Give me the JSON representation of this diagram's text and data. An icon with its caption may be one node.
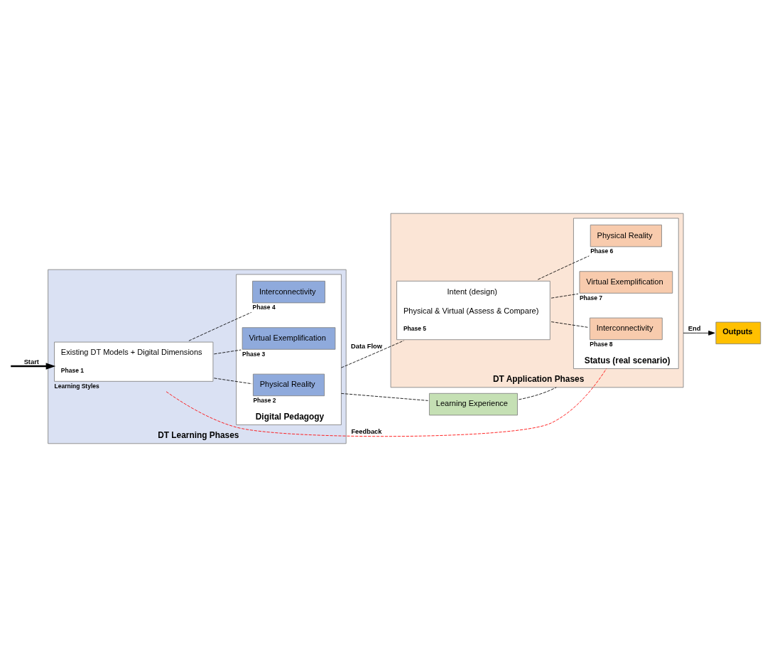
{
  "diagram": {
    "nodes": [
      {
        "text": [
          "DT Learning Phases"
        ]
      },
      {
        "text": [
          "Existing DT Models + Digital Dimensions",
          "Phase 1"
        ],
        "beside": [
          "Learning Styles"
        ],
        "in": 0
      },
      {
        "text": [
          "Digital Pedagogy"
        ],
        "in": 0
      },
      {
        "text": [
          "Physical Reality"
        ],
        "beside": [
          "Phase 2"
        ],
        "in": 2
      },
      {
        "text": [
          "Virtual Exemplification"
        ],
        "beside": [
          "Phase 3"
        ],
        "in": 2
      },
      {
        "text": [
          "Interconnectivity"
        ],
        "beside": [
          "Phase 4"
        ],
        "in": 2
      },
      {
        "text": [
          "Learning Experience"
        ]
      },
      {
        "text": [
          "DT Application Phases"
        ]
      },
      {
        "text": [
          "Status (real scenario)"
        ],
        "in": 7
      },
      {
        "text": [
          "Interconnectivity"
        ],
        "beside": [
          "Phase 8"
        ],
        "in": 8
      },
      {
        "text": [
          "Virtual Exemplification"
        ],
        "beside": [
          "Phase 7"
        ],
        "in": 8
      },
      {
        "text": [
          "Physical Reality"
        ],
        "beside": [
          "Phase 6"
        ],
        "in": 8
      },
      {
        "text": [
          "Intent (design)",
          "Physical & Virtual (Assess & Compare)",
          "Phase 5"
        ],
        "in": 7
      },
      {
        "text": [
          "Outputs"
        ]
      }
    ],
    "edges": [
      {
        "from": null,
        "to": 1,
        "arrow": "to",
        "label": "Start",
        "style": "thick"
      },
      {
        "from": 1,
        "to": 8,
        "arrow": "none",
        "label": "Feedback",
        "style": "dashed",
        "color": "#ff0000"
      },
      {
        "from": 1,
        "to": 3,
        "arrow": "none",
        "style": "dashed"
      },
      {
        "from": 1,
        "to": 4,
        "arrow": "none",
        "style": "dashed"
      },
      {
        "from": 1,
        "to": 5,
        "arrow": "none",
        "style": "dashed"
      },
      {
        "from": 2,
        "to": 6,
        "arrow": "none",
        "style": "dashed"
      },
      {
        "from": 6,
        "to": 7,
        "arrow": "none",
        "style": "dashed"
      },
      {
        "from": 12,
        "to": 9,
        "arrow": "none",
        "style": "dashed"
      },
      {
        "from": 12,
        "to": 10,
        "arrow": "none",
        "style": "dashed"
      },
      {
        "from": 12,
        "to": 11,
        "arrow": "none",
        "style": "dashed"
      },
      {
        "from": 2,
        "to": 12,
        "arrow": "none",
        "label": "Data Flow",
        "style": "dashed"
      },
      {
        "from": 7,
        "to": 13,
        "arrow": "to",
        "label": "End"
      }
    ]
  }
}
